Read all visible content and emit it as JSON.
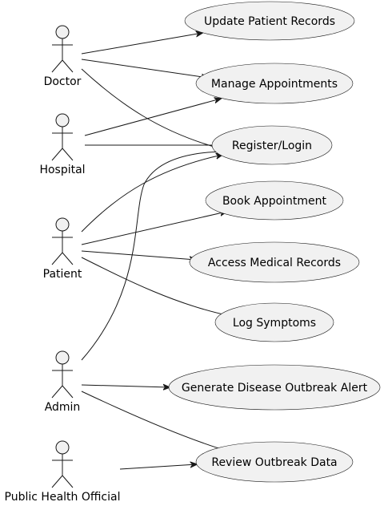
{
  "diagram": {
    "type": "use-case",
    "actors": [
      {
        "id": "doctor",
        "label": "Doctor"
      },
      {
        "id": "hospital",
        "label": "Hospital"
      },
      {
        "id": "patient",
        "label": "Patient"
      },
      {
        "id": "admin",
        "label": "Admin"
      },
      {
        "id": "official",
        "label": "Public Health Official"
      }
    ],
    "use_cases": [
      {
        "id": "update-records",
        "label": "Update Patient Records"
      },
      {
        "id": "manage-appointments",
        "label": "Manage Appointments"
      },
      {
        "id": "register-login",
        "label": "Register/Login"
      },
      {
        "id": "book-appointment",
        "label": "Book Appointment"
      },
      {
        "id": "access-records",
        "label": "Access Medical Records"
      },
      {
        "id": "log-symptoms",
        "label": "Log Symptoms"
      },
      {
        "id": "outbreak-alert",
        "label": "Generate Disease Outbreak Alert"
      },
      {
        "id": "review-outbreak",
        "label": "Review Outbreak Data"
      }
    ],
    "associations": [
      {
        "from": "doctor",
        "to": "update-records"
      },
      {
        "from": "doctor",
        "to": "manage-appointments"
      },
      {
        "from": "doctor",
        "to": "register-login"
      },
      {
        "from": "hospital",
        "to": "manage-appointments"
      },
      {
        "from": "hospital",
        "to": "register-login"
      },
      {
        "from": "patient",
        "to": "register-login"
      },
      {
        "from": "patient",
        "to": "book-appointment"
      },
      {
        "from": "patient",
        "to": "access-records"
      },
      {
        "from": "patient",
        "to": "log-symptoms"
      },
      {
        "from": "admin",
        "to": "register-login"
      },
      {
        "from": "admin",
        "to": "outbreak-alert"
      },
      {
        "from": "admin",
        "to": "review-outbreak"
      },
      {
        "from": "official",
        "to": "review-outbreak"
      }
    ],
    "colors": {
      "fill": "#f1f1f1",
      "stroke": "#181818",
      "text": "#000000",
      "background": "#ffffff"
    }
  }
}
